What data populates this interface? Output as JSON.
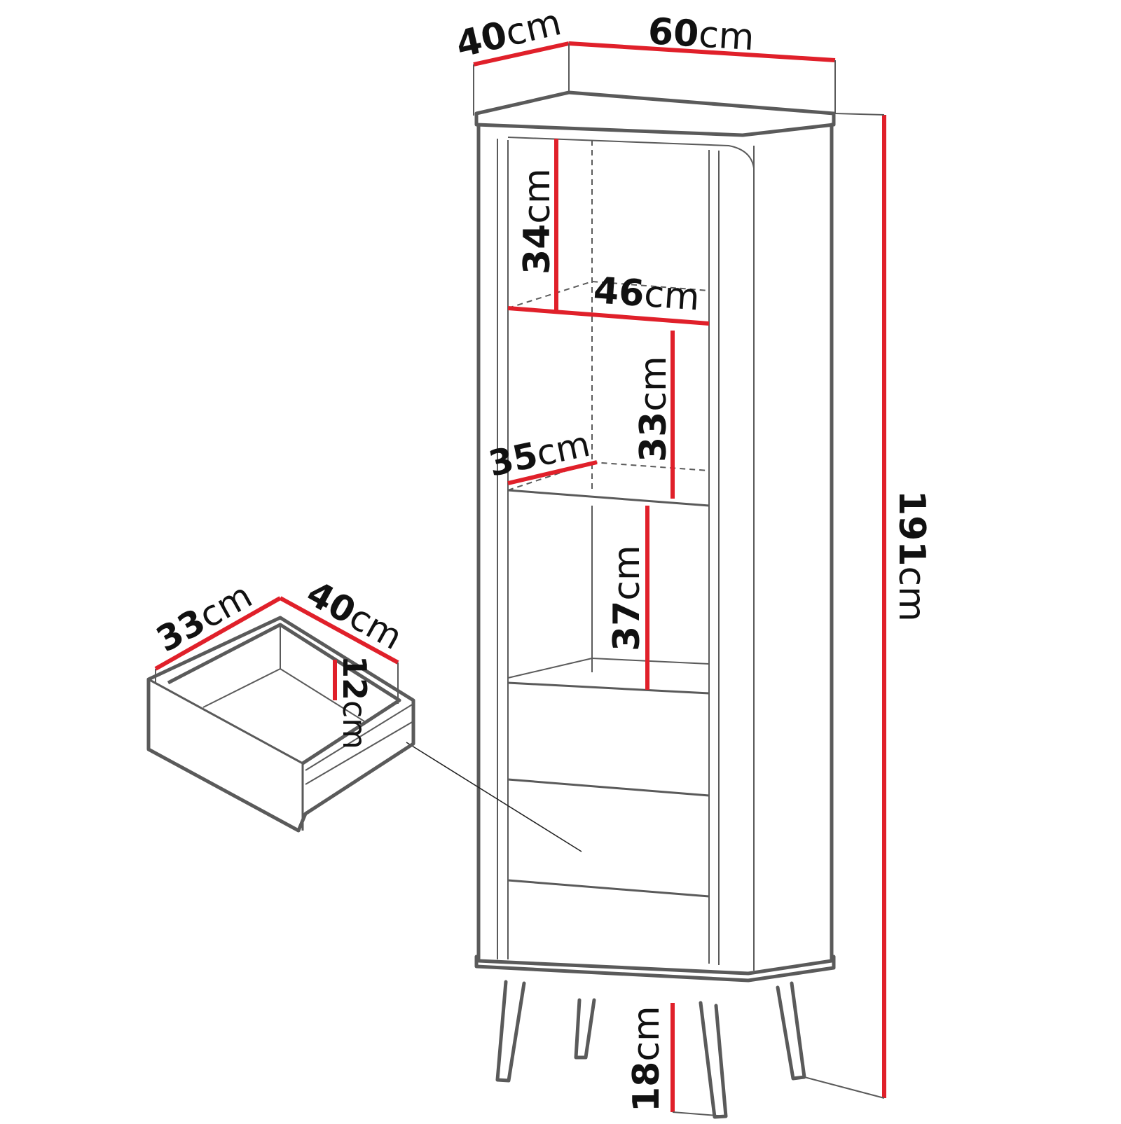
{
  "colors": {
    "outline": "#5a5a5a",
    "dimension": "#e0202a",
    "text": "#111111",
    "background": "#ffffff"
  },
  "unit": "cm",
  "dimensions": {
    "depth": {
      "num": "40",
      "unit": "cm"
    },
    "width": {
      "num": "60",
      "unit": "cm"
    },
    "height_total": {
      "num": "191",
      "unit": "cm"
    },
    "top_shelf_height": {
      "num": "34",
      "unit": "cm"
    },
    "inner_width": {
      "num": "46",
      "unit": "cm"
    },
    "middle_shelf_height": {
      "num": "33",
      "unit": "cm"
    },
    "shelf_depth": {
      "num": "35",
      "unit": "cm"
    },
    "lower_shelf_height": {
      "num": "37",
      "unit": "cm"
    },
    "leg_height": {
      "num": "18",
      "unit": "cm"
    },
    "drawer_width": {
      "num": "33",
      "unit": "cm"
    },
    "drawer_depth": {
      "num": "40",
      "unit": "cm"
    },
    "drawer_height": {
      "num": "12",
      "unit": "cm"
    }
  }
}
